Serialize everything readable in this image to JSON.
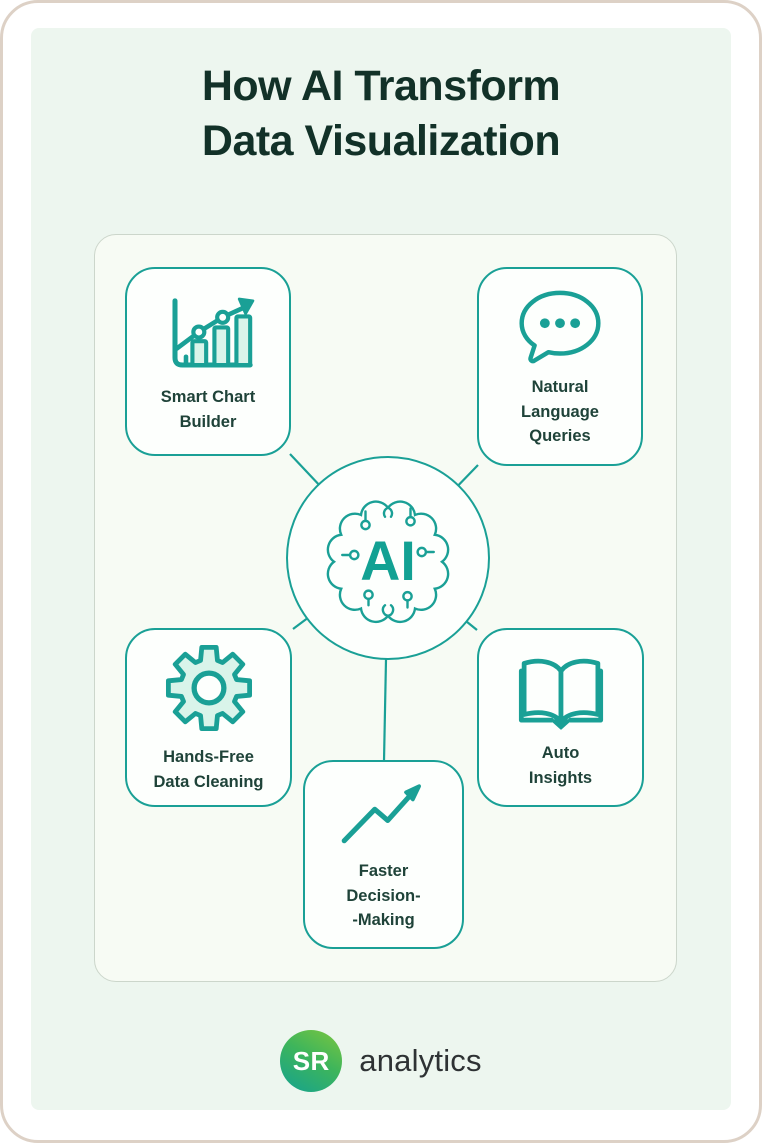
{
  "title": {
    "line1": "How AI Transform",
    "line2": "Data Visualization"
  },
  "center": {
    "label": "AI",
    "icon": "brain-circuit-icon"
  },
  "cards": [
    {
      "label": "Smart Chart\nBuilder",
      "icon": "bar-chart-trend-icon"
    },
    {
      "label": "Natural\nLanguage\nQueries",
      "icon": "speech-bubble-icon"
    },
    {
      "label": "Hands-Free\nData Cleaning",
      "icon": "gear-icon"
    },
    {
      "label": "Auto\nInsights",
      "icon": "open-book-icon"
    },
    {
      "label": "Faster\nDecision-\n-Making",
      "icon": "trend-arrow-icon"
    }
  ],
  "footer": {
    "monogram": "SR",
    "brand": "analytics"
  },
  "colors": {
    "teal": "#1aa096",
    "mint_fill": "#d9f4ea",
    "title_text": "#123128",
    "label_text": "#1f4339",
    "panel_bg": "#edf6ef",
    "board_bg": "#f7fbf4",
    "frame_border": "#ddd1c6",
    "logo_green": "#7cc63f",
    "logo_teal": "#14a290"
  }
}
